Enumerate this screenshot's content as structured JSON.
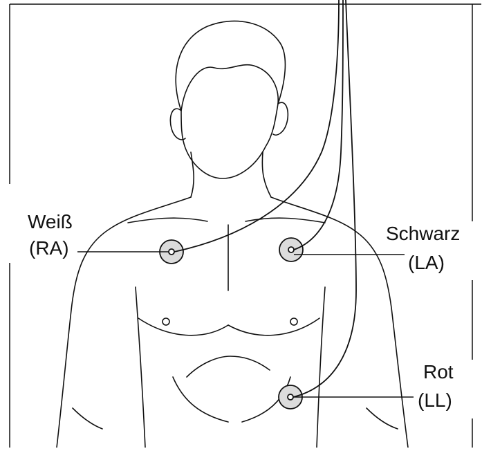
{
  "labels": {
    "ra": {
      "color": "Weiß",
      "code": "(RA)"
    },
    "la": {
      "color": "Schwarz",
      "code": "(LA)"
    },
    "ll": {
      "color": "Rot",
      "code": "(LL)"
    }
  },
  "colors": {
    "line": "#111111",
    "electrode_fill": "#dcdcdc",
    "background": "#ffffff"
  }
}
